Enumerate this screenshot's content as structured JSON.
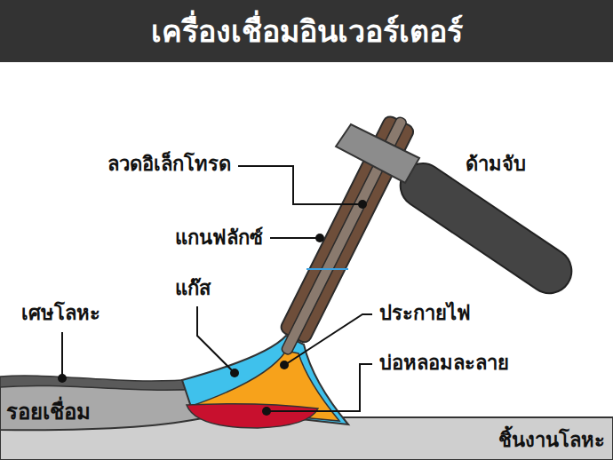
{
  "diagram": {
    "title": "เครื่องเชื่อมอินเวอร์เตอร์",
    "labels": [
      "ลวดอิเล็กโทรด",
      "ด้ามจับ",
      "แกนฟลักซ์",
      "แก๊ส",
      "เศษโลหะ",
      "ประกายไฟ",
      "บ่อหลอมละลาย",
      "รอยเชื่อม",
      "ชิ้นงานโลหะ"
    ]
  }
}
